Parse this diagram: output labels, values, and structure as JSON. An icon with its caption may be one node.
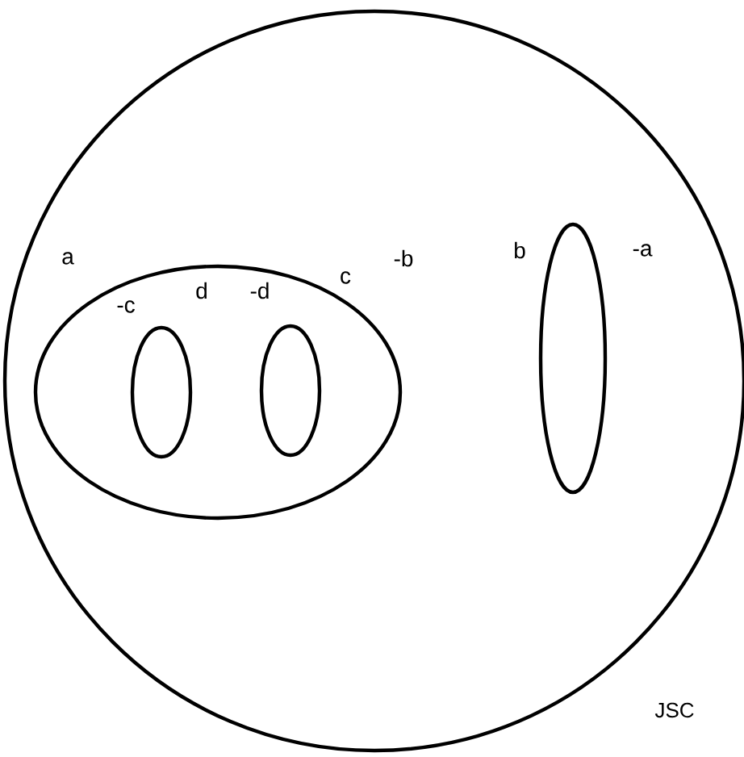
{
  "diagram": {
    "nodes": [
      {
        "text": [],
        "shape": "circle"
      },
      {
        "text": [],
        "shape": "ellipse",
        "in": 0,
        "beside": [
          "a",
          "-b"
        ]
      },
      {
        "text": [],
        "shape": "ellipse",
        "in": 1,
        "beside": [
          "-c",
          "d"
        ]
      },
      {
        "text": [],
        "shape": "ellipse",
        "in": 1,
        "beside": [
          "-d",
          "c"
        ]
      },
      {
        "text": [],
        "shape": "ellipse",
        "in": 0,
        "beside": [
          "b",
          "-a"
        ]
      }
    ],
    "labels": [
      "JSC"
    ]
  }
}
